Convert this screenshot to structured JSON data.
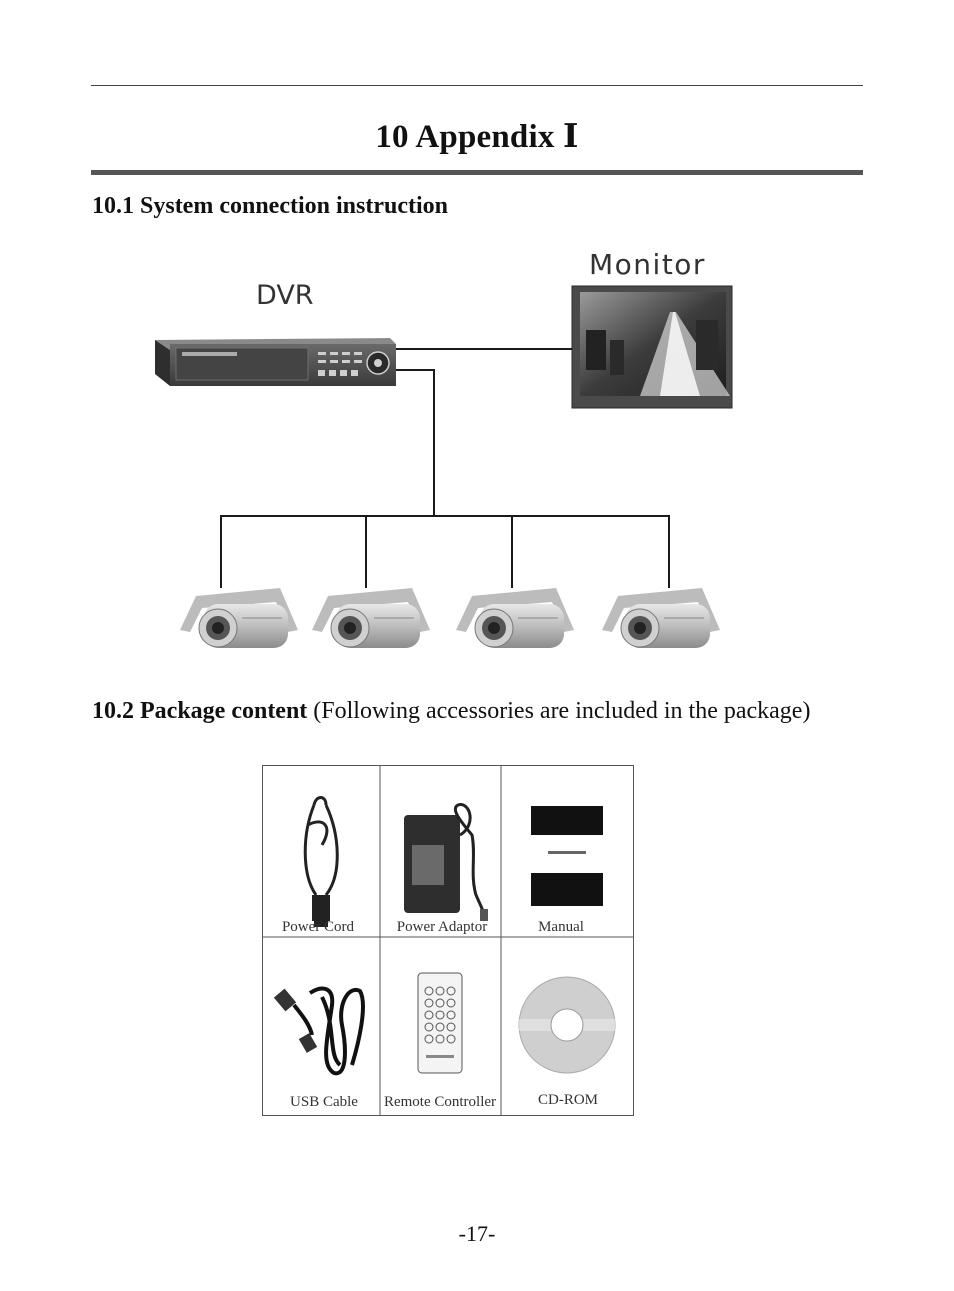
{
  "header": {
    "chapter_title": "10 Appendix Ⅰ"
  },
  "section_1": {
    "heading": "10.1 System connection instruction",
    "diagram": {
      "dvr_label": "DVR",
      "monitor_label": "Monitor",
      "camera_count": 4
    }
  },
  "section_2": {
    "heading_bold": "10.2 Package content",
    "heading_rest": " (Following accessories are included in the package)",
    "items": [
      {
        "label": "Power Cord",
        "icon": "power-cord-icon"
      },
      {
        "label": "Power Adaptor",
        "icon": "power-adaptor-icon"
      },
      {
        "label": "Manual",
        "icon": "manual-icon"
      },
      {
        "label": "USB Cable",
        "icon": "usb-cable-icon"
      },
      {
        "label": "Remote Controller",
        "icon": "remote-controller-icon"
      },
      {
        "label": "CD-ROM",
        "icon": "cd-rom-icon"
      }
    ]
  },
  "footer": {
    "page_number": "-17-"
  }
}
